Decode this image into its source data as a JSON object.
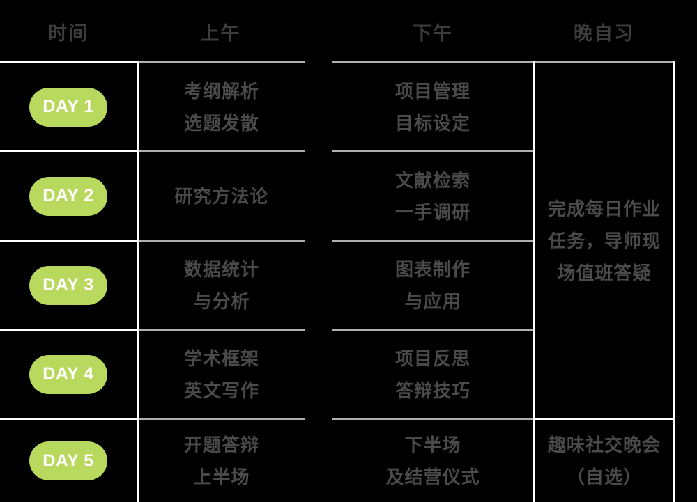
{
  "header": {
    "columns": [
      {
        "label": "时间",
        "name": "col-time"
      },
      {
        "label": "上午",
        "name": "col-morning"
      },
      {
        "label": "下午",
        "name": "col-afternoon"
      },
      {
        "label": "晚自习",
        "name": "col-evening"
      }
    ]
  },
  "colors": {
    "background": "#000000",
    "badge_green": "#b9d95e",
    "badge_text": "#ffffff",
    "header_text": "#3c3c3c",
    "cell_text": "#4a4a4a",
    "line_white": "#ffffff",
    "line_gray": "#b0b0b0"
  },
  "rows": [
    {
      "day": "DAY 1",
      "morning": "考纲解析\n选题发散",
      "afternoon": "项目管理\n目标设定"
    },
    {
      "day": "DAY 2",
      "morning": "研究方法论",
      "afternoon": "文献检索\n一手调研"
    },
    {
      "day": "DAY 3",
      "morning": "数据统计\n与分析",
      "afternoon": "图表制作\n与应用"
    },
    {
      "day": "DAY 4",
      "morning": "学术框架\n英文写作",
      "afternoon": "项目反思\n答辩技巧"
    },
    {
      "day": "DAY 5",
      "morning": "开题答辩\n上半场",
      "afternoon": "下半场\n及结营仪式"
    }
  ],
  "evening": {
    "merged_days_1_to_4": "完成每日作业\n任务，导师现\n场值班答疑",
    "day_5": "趣味社交晚会\n（自选）"
  }
}
